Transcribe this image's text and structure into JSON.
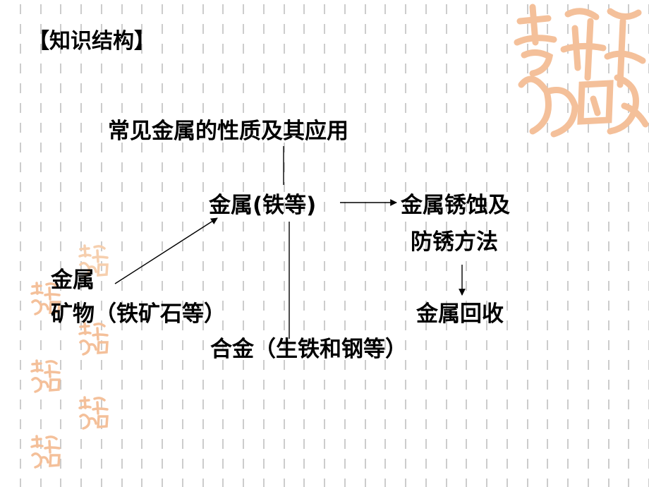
{
  "slide": {
    "title": "【知识结构】"
  },
  "diagram": {
    "top": "常见金属的性质及其应用",
    "center": "金属(铁等)",
    "right_line1": "金属锈蚀及",
    "right_line2": "防锈方法",
    "bottom_right": "金属回收",
    "left_line1": "金属",
    "left_line2": "矿物（铁矿石等）",
    "bottom": "合金（生铁和钢等）"
  },
  "decor": {
    "dash_color": "#c0c0c0",
    "stamp_color": "#f4c09a",
    "stamp_color_light": "#f9dcc4",
    "stamp_icon": "seal-stamp-icon"
  },
  "colors": {
    "text": "#000000",
    "line": "#000000",
    "background": "#ffffff"
  }
}
